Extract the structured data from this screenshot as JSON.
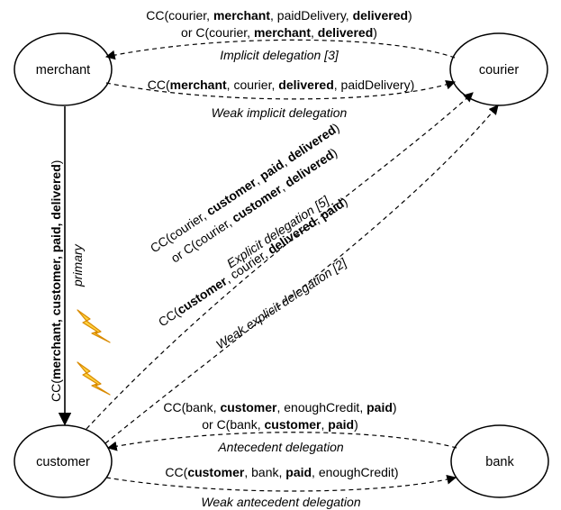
{
  "nodes": {
    "merchant": "merchant",
    "courier": "courier",
    "customer": "customer",
    "bank": "bank"
  },
  "edges": {
    "implicit": {
      "line1": [
        [
          "CC(courier, ",
          false
        ],
        [
          "merchant",
          true
        ],
        [
          ", paidDelivery, ",
          false
        ],
        [
          "delivered",
          true
        ],
        [
          ")",
          false
        ]
      ],
      "line2": [
        [
          "or C(courier, ",
          false
        ],
        [
          "merchant",
          true
        ],
        [
          ", ",
          false
        ],
        [
          "delivered",
          true
        ],
        [
          ")",
          false
        ]
      ],
      "title": "Implicit delegation [3]"
    },
    "weak_implicit": {
      "line1": [
        [
          "CC(",
          false
        ],
        [
          "merchant",
          true
        ],
        [
          ", courier, ",
          false
        ],
        [
          "delivered",
          true
        ],
        [
          ", paidDelivery)",
          false
        ]
      ],
      "title": "Weak implicit delegation"
    },
    "primary": {
      "line1": [
        [
          "CC(",
          false
        ],
        [
          "merchant, customer, paid, delivered",
          true
        ],
        [
          ")",
          false
        ]
      ],
      "title": "primary"
    },
    "explicit": {
      "line1": [
        [
          "CC(courier, ",
          false
        ],
        [
          "customer",
          true
        ],
        [
          ", ",
          false
        ],
        [
          "paid",
          true
        ],
        [
          ", ",
          false
        ],
        [
          "delivered",
          true
        ],
        [
          ")",
          false
        ]
      ],
      "line2": [
        [
          "or C(courier, ",
          false
        ],
        [
          "customer",
          true
        ],
        [
          ", ",
          false
        ],
        [
          "delivered",
          true
        ],
        [
          ")",
          false
        ]
      ],
      "title": "Explicit delegation [5]"
    },
    "weak_explicit": {
      "line1": [
        [
          "CC(",
          false
        ],
        [
          "customer",
          true
        ],
        [
          ", courier, ",
          false
        ],
        [
          "delivered",
          true
        ],
        [
          ", ",
          false
        ],
        [
          "paid",
          true
        ],
        [
          ")",
          false
        ]
      ],
      "title": "Weak explicit delegation [2]"
    },
    "antecedent": {
      "line1": [
        [
          "CC(bank, ",
          false
        ],
        [
          "customer",
          true
        ],
        [
          ", enoughCredit, ",
          false
        ],
        [
          "paid",
          true
        ],
        [
          ")",
          false
        ]
      ],
      "line2": [
        [
          "or C(bank, ",
          false
        ],
        [
          "customer",
          true
        ],
        [
          ", ",
          false
        ],
        [
          "paid",
          true
        ],
        [
          ")",
          false
        ]
      ],
      "title": "Antecedent delegation"
    },
    "weak_antecedent": {
      "line1": [
        [
          "CC(",
          false
        ],
        [
          "customer",
          true
        ],
        [
          ", bank, ",
          false
        ],
        [
          "paid",
          true
        ],
        [
          ", enoughCredit)",
          false
        ]
      ],
      "title": "Weak antecedent delegation"
    }
  },
  "colors": {
    "stroke": "#000000",
    "lightning_fill": "#ffd23f",
    "lightning_stroke": "#d98a00"
  }
}
